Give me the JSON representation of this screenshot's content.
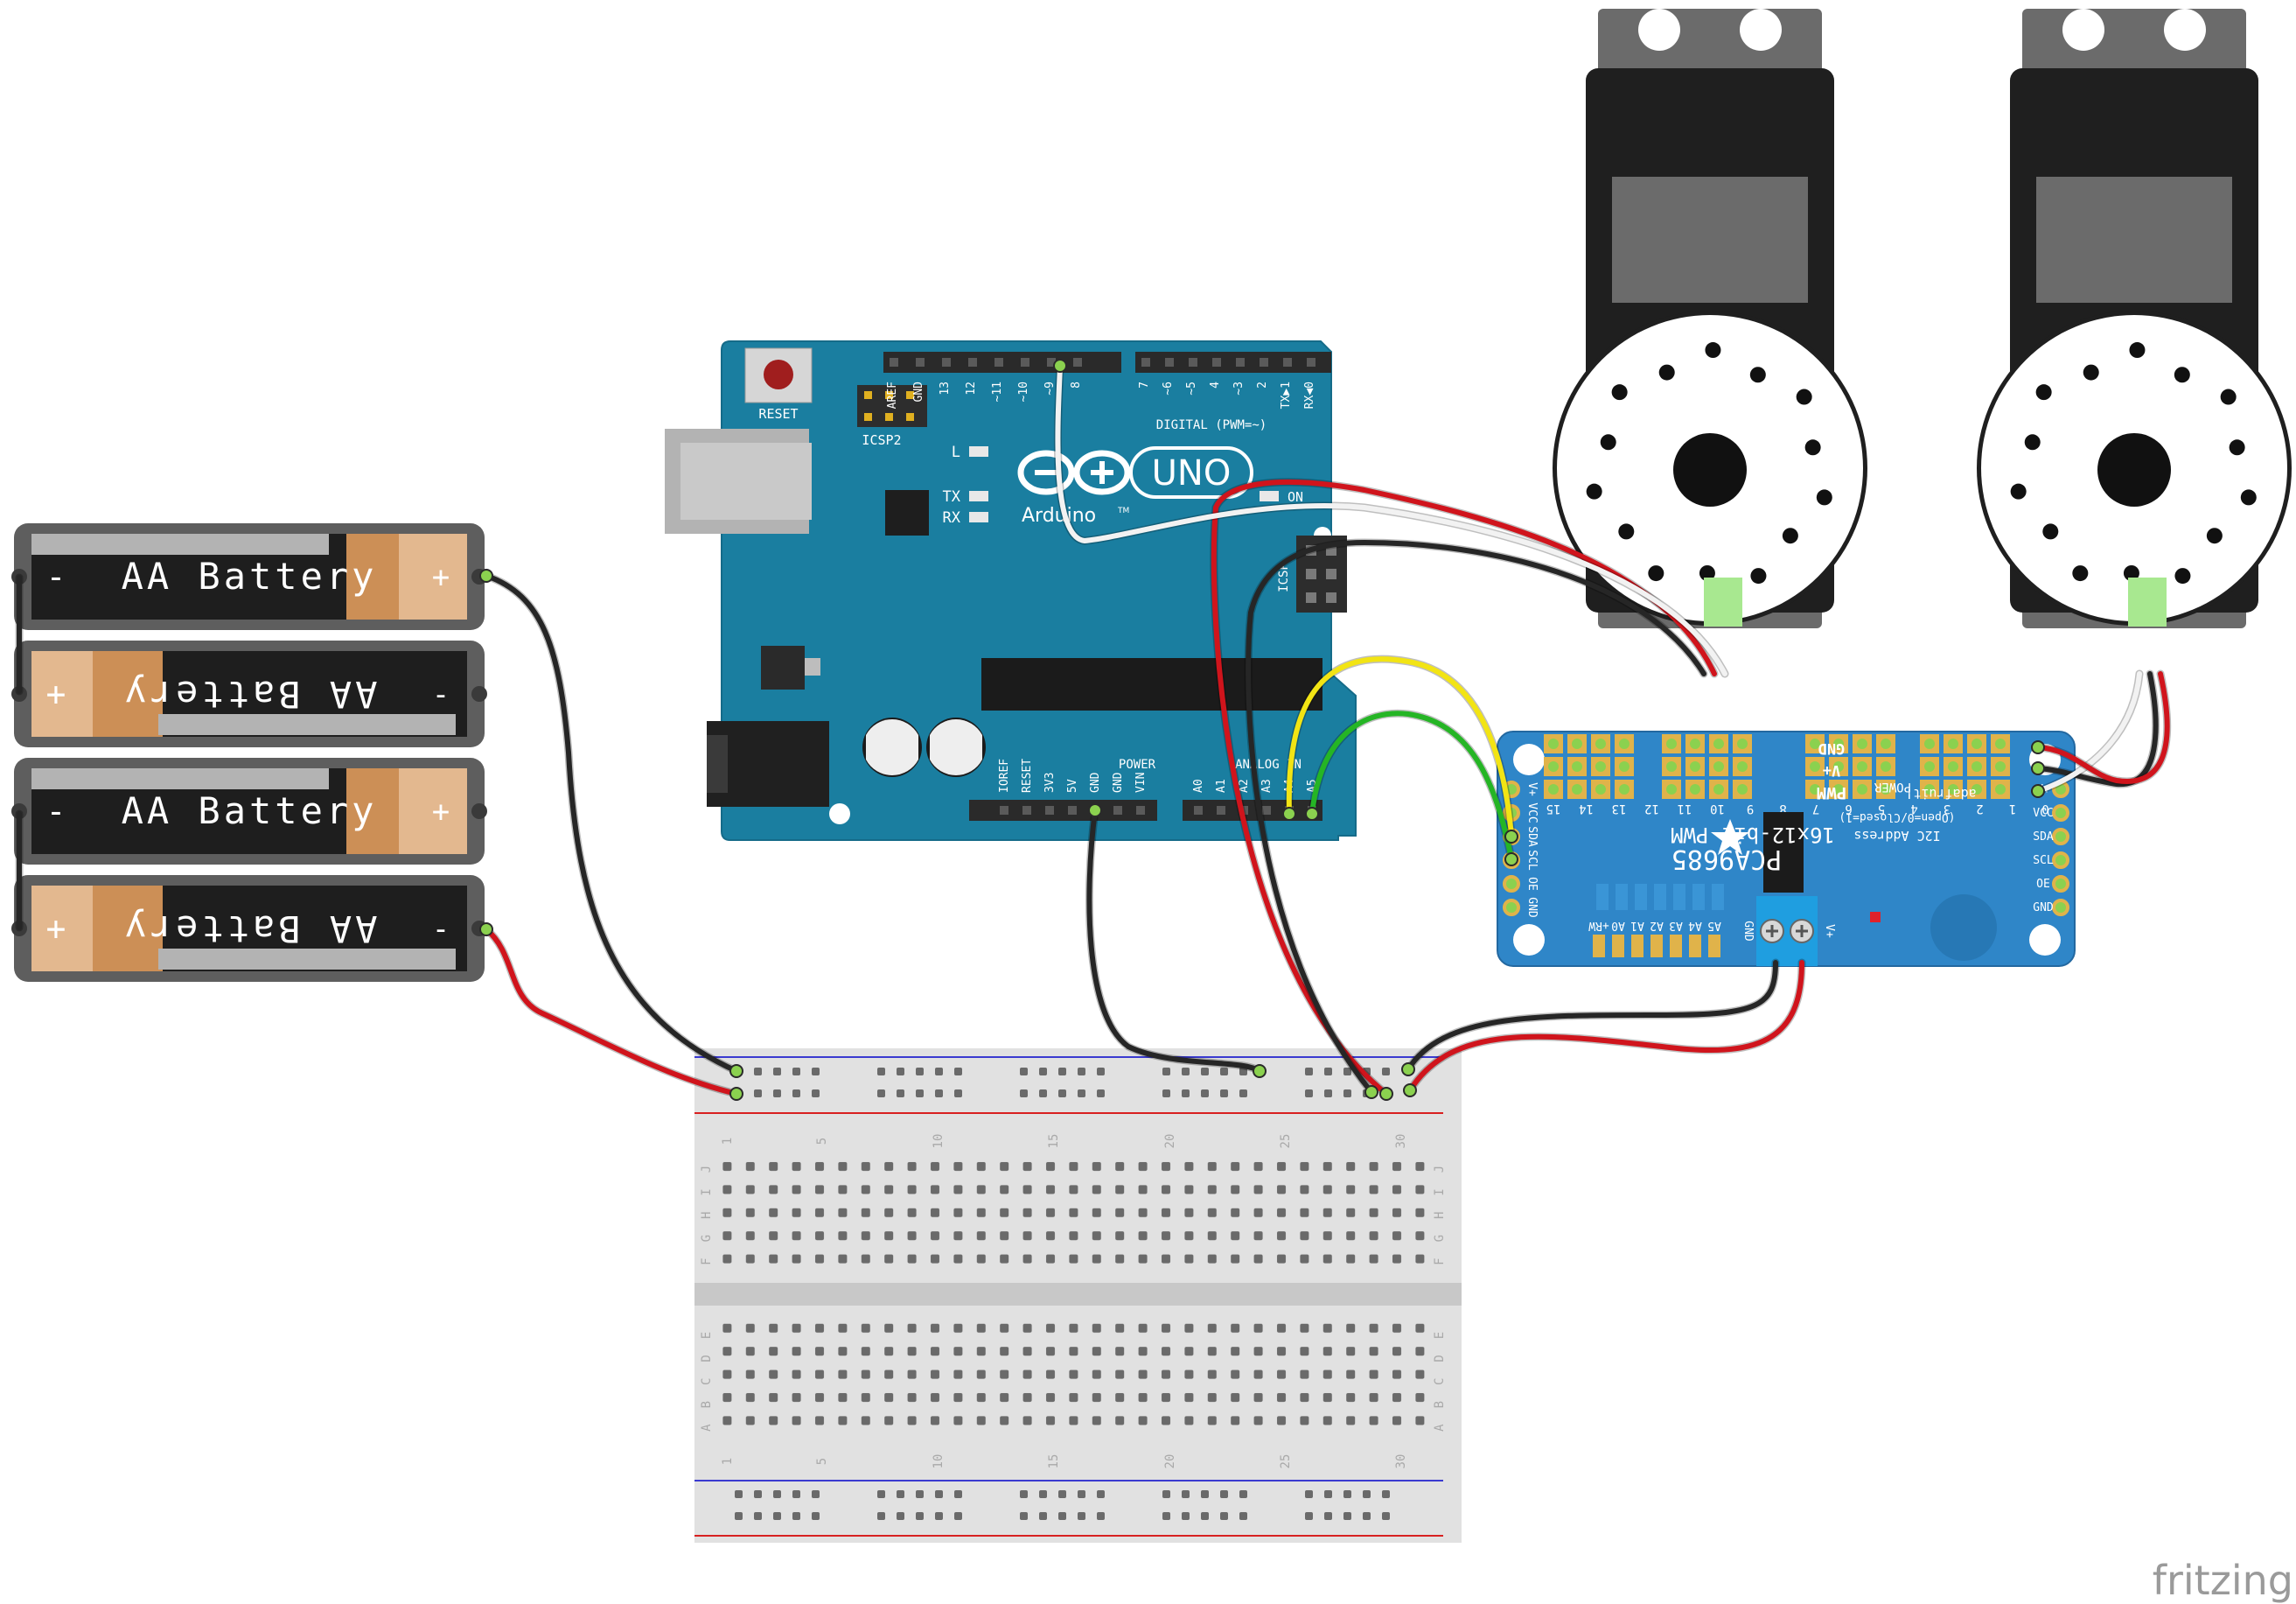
{
  "batteries": [
    {
      "label": "AA Battery",
      "left_sign": "-",
      "right_sign": "+"
    },
    {
      "label": "AA Battery",
      "left_sign": "+",
      "right_sign": "-"
    },
    {
      "label": "AA Battery",
      "left_sign": "-",
      "right_sign": "+"
    },
    {
      "label": "AA Battery",
      "left_sign": "+",
      "right_sign": "-"
    }
  ],
  "arduino": {
    "reset": "RESET",
    "icsp2": "ICSP2",
    "l": "L",
    "tx": "TX",
    "rx": "RX",
    "on": "ON",
    "logo_text": "UNO",
    "brand": "Arduino",
    "tm": "TM",
    "digital": "DIGITAL (PWM=~)",
    "digital_pins": [
      "AREF",
      "GND",
      "13",
      "12",
      "~11",
      "~10",
      "~9",
      "8",
      "7",
      "~6",
      "~5",
      "4",
      "~3",
      "2",
      "TX▶1",
      "RX◀0"
    ],
    "power_label": "POWER",
    "power_pins": [
      "IOREF",
      "RESET",
      "3V3",
      "5V",
      "GND",
      "GND",
      "VIN"
    ],
    "analog_label": "ANALOG IN",
    "analog_pins": [
      "A0",
      "A1",
      "A2",
      "A3",
      "A4",
      "A5"
    ],
    "icsp": "ICSP"
  },
  "pca": {
    "title": "PCA9685",
    "subtitle": "16x12-bit PWM",
    "brand": "adafruit!",
    "i2c_label": "I2C Address",
    "i2c_note": "(Open=0/Closed=1)",
    "addr_pins": [
      "A5",
      "A4",
      "A3",
      "A2",
      "A1",
      "A0",
      "+RW"
    ],
    "left_pins": [
      "V+",
      "VCC",
      "SDA",
      "SCL",
      "OE",
      "GND"
    ],
    "right_pins": [
      "V+",
      "VCC",
      "SDA",
      "SCL",
      "OE",
      "GND"
    ],
    "group_labels": [
      "15",
      "14",
      "13",
      "12",
      "11",
      "10",
      "9",
      "8",
      "7",
      "6",
      "5",
      "4",
      "3",
      "2",
      "1",
      "0"
    ],
    "pwm": "PWM",
    "vplus": "V+",
    "gnd": "GND",
    "power": "POWER",
    "term_gnd": "GND",
    "term_v": "V+"
  },
  "breadboard": {
    "numbers_top": [
      "1",
      "5",
      "10",
      "15",
      "20",
      "25",
      "30"
    ],
    "rows_top": [
      "J",
      "I",
      "H",
      "G",
      "F"
    ],
    "rows_bottom": [
      "E",
      "D",
      "C",
      "B",
      "A"
    ]
  },
  "watermark": "fritzing",
  "colors": {
    "arduino": "#1a7ea0",
    "pca": "#2f86c8",
    "wire_red": "#d0141c",
    "wire_black": "#262626",
    "wire_white": "#f2f2f2",
    "wire_yellow": "#f2e414",
    "wire_green": "#25b525",
    "battery_copper": "#cc8f56",
    "pin_green": "#8bd14f"
  }
}
